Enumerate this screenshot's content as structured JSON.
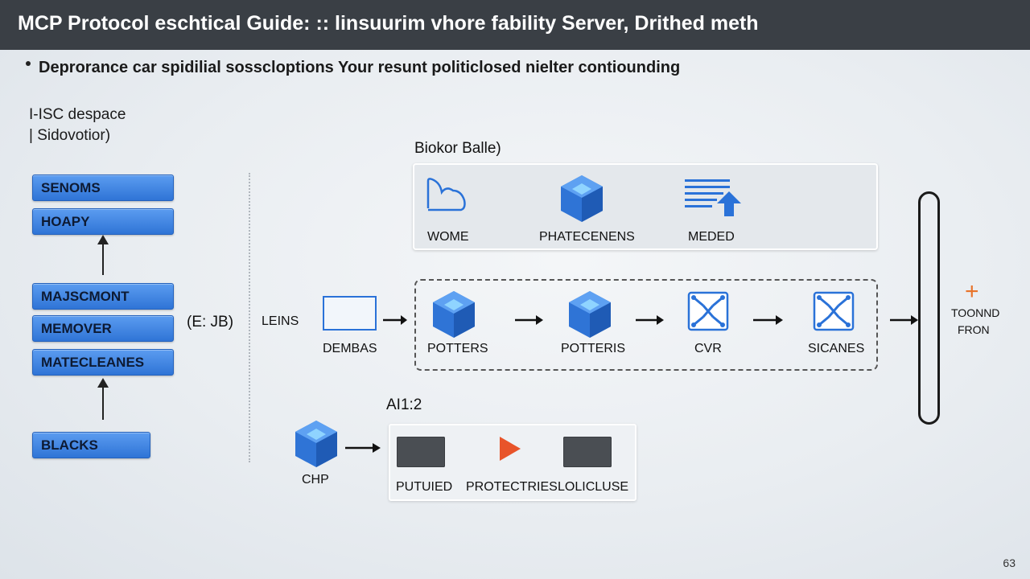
{
  "header": {
    "title": "MCP Protocol eschtical Guide: :: linsuurim vhore fability Server, Drithed meth",
    "subtitle": "Deprorance car spidilial sosscloptions Your resunt politiclosed nielter contiounding"
  },
  "left_panel": {
    "heading_line1": "I-ISC despace",
    "heading_line2": "| Sidovotior)",
    "buttons": [
      "SENOMS",
      "HOAPY",
      "MAJSCMONT",
      "MEMOVER",
      "MATECLEANES",
      "BLACKS"
    ]
  },
  "labels": {
    "ejb": "(E: JB)",
    "leins": "LEINS",
    "dembas": "DEMBAS"
  },
  "top_group": {
    "title": "Biokor Balle)",
    "items": [
      "WOME",
      "PHATECENENS",
      "MEDED"
    ]
  },
  "mid_group": {
    "items": [
      "POTTERS",
      "POTTERIS",
      "CVR",
      "SICANES"
    ]
  },
  "bottom_group": {
    "title": "AI1:2",
    "source_label": "CHP",
    "items": [
      "PUTUIED",
      "PROTECTRIES",
      "LOLICLUSE"
    ]
  },
  "right_output": {
    "line1": "TOONND",
    "line2": "FRON"
  },
  "page_number": "63",
  "colors": {
    "title_bar": "#3a3f45",
    "accent_blue": "#2f74d6",
    "play_orange": "#e8542a",
    "plus_orange": "#e8732a"
  },
  "icons": [
    "cloud-outline-icon",
    "cube-icon",
    "list-upload-icon",
    "node-graph-icon",
    "play-icon",
    "plus-icon"
  ]
}
